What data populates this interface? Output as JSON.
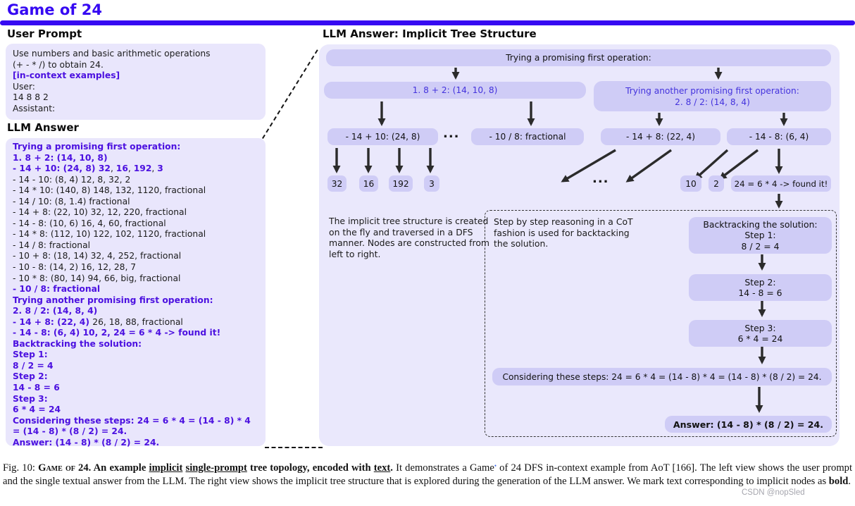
{
  "page": {
    "title": "Game of 24"
  },
  "left": {
    "user_prompt": {
      "heading": "User Prompt",
      "lines": [
        [
          {
            "t": "Use numbers and basic arithmetic operations",
            "s": "n"
          }
        ],
        [
          {
            "t": "(+ - * /) to obtain 24.",
            "s": "n"
          }
        ],
        [
          {
            "t": "[in-context examples]",
            "s": "b"
          }
        ],
        [
          {
            "t": "User:",
            "s": "n"
          }
        ],
        [
          {
            "t": "14 8 8 2",
            "s": "n"
          }
        ],
        [
          {
            "t": "Assistant:",
            "s": "n"
          }
        ]
      ]
    },
    "llm_answer": {
      "heading": "LLM Answer",
      "lines": [
        [
          {
            "t": "Trying a promising first operation:",
            "s": "b"
          }
        ],
        [
          {
            "t": "1. 8 + 2: (14, 10, 8)",
            "s": "b"
          }
        ],
        [
          {
            "t": "- 14 + 10: (24, 8) ",
            "s": "b"
          },
          {
            "t": "32",
            "s": "b"
          },
          {
            "t": ", ",
            "s": "n"
          },
          {
            "t": "16",
            "s": "b"
          },
          {
            "t": ", ",
            "s": "n"
          },
          {
            "t": "192",
            "s": "b"
          },
          {
            "t": ", ",
            "s": "n"
          },
          {
            "t": "3",
            "s": "b"
          }
        ],
        [
          {
            "t": "- 14 - 10: (8, 4) 12, 8, 32, 2",
            "s": "n"
          }
        ],
        [
          {
            "t": "- 14 * 10: (140, 8) 148, 132, 1120, fractional",
            "s": "n"
          }
        ],
        [
          {
            "t": "- 14 / 10: (8, 1.4) fractional",
            "s": "n"
          }
        ],
        [
          {
            "t": "- 14 + 8: (22, 10) 32, 12, 220, fractional",
            "s": "n"
          }
        ],
        [
          {
            "t": "- 14 - 8: (10, 6) 16, 4, 60, fractional",
            "s": "n"
          }
        ],
        [
          {
            "t": "- 14 * 8: (112, 10) 122, 102, 1120, fractional",
            "s": "n"
          }
        ],
        [
          {
            "t": "- 14 / 8: fractional",
            "s": "n"
          }
        ],
        [
          {
            "t": "- 10 + 8: (18, 14) 32, 4, 252, fractional",
            "s": "n"
          }
        ],
        [
          {
            "t": "- 10 - 8: (14, 2) 16, 12, 28, 7",
            "s": "n"
          }
        ],
        [
          {
            "t": "- 10 * 8: (80, 14) 94, 66, big, fractional",
            "s": "n"
          }
        ],
        [
          {
            "t": "- 10 / 8: fractional",
            "s": "b"
          }
        ],
        [
          {
            "t": "Trying another promising first operation:",
            "s": "b"
          }
        ],
        [
          {
            "t": "2. 8 / 2: (14, 8, 4)",
            "s": "b"
          }
        ],
        [
          {
            "t": "- 14 + 8: (22, 4) ",
            "s": "b"
          },
          {
            "t": "26, 18, 88, fractional",
            "s": "n"
          }
        ],
        [
          {
            "t": "- 14 - 8: (6, 4) 10, 2, 24 = 6 * 4 -> found it!",
            "s": "b"
          }
        ],
        [
          {
            "t": "Backtracking the solution:",
            "s": "b"
          }
        ],
        [
          {
            "t": "Step 1:",
            "s": "b"
          }
        ],
        [
          {
            "t": "8 / 2 = 4",
            "s": "b"
          }
        ],
        [
          {
            "t": "Step 2:",
            "s": "b"
          }
        ],
        [
          {
            "t": "14 - 8 = 6",
            "s": "b"
          }
        ],
        [
          {
            "t": "Step 3:",
            "s": "b"
          }
        ],
        [
          {
            "t": "6 * 4 = 24",
            "s": "b"
          }
        ],
        [
          {
            "t": "Considering these steps: 24 = 6 * 4 = (14 - 8) * 4",
            "s": "b"
          }
        ],
        [
          {
            "t": "= (14 - 8) * (8 / 2) = 24.",
            "s": "b"
          }
        ],
        [
          {
            "t": "Answer: (14 - 8) * (8 / 2) = 24.",
            "s": "b"
          }
        ]
      ]
    }
  },
  "tree": {
    "heading": "LLM Answer: Implicit Tree Structure",
    "nodes": {
      "root": "Trying a promising first operation:",
      "op1": "1. 8 + 2: (14, 10, 8)",
      "op2_line1": "Trying another promising first operation:",
      "op2_line2": "2. 8 / 2: (14, 8, 4)",
      "n_14p10": "- 14 + 10: (24, 8)",
      "n_10d8": "- 10 / 8: fractional",
      "n_14p8": "- 14 + 8: (22, 4)",
      "n_14m8": "- 14 - 8: (6, 4)",
      "ellipsis1": "...",
      "ellipsis2": "...",
      "leaf_32": "32",
      "leaf_16": "16",
      "leaf_192": "192",
      "leaf_3": "3",
      "leaf_10": "10",
      "leaf_2": "2",
      "found": "24 = 6 * 4 -> found it!"
    },
    "notes": {
      "dfs": "The implicit tree structure is created on the fly and traversed in a DFS manner. Nodes are constructed from left to right.",
      "cot": "Step by step reasoning in a CoT fashion is used for backtacking the solution."
    },
    "backtrack": {
      "step1_l1": "Backtracking the solution:",
      "step1_l2": "Step 1:",
      "step1_l3": "8 / 2 = 4",
      "step2_l1": "Step 2:",
      "step2_l2": "14 - 8 = 6",
      "step3_l1": "Step 3:",
      "step3_l2": "6 * 4 = 24",
      "considering": "Considering these steps: 24 = 6 * 4 = (14 - 8) * 4 = (14 - 8) * (8 / 2) = 24.",
      "answer": "Answer: (14 - 8) * (8 / 2) = 24."
    }
  },
  "caption": {
    "segments": [
      {
        "t": "Fig. 10: ",
        "s": "n"
      },
      {
        "t": "Game of 24.",
        "s": "sc"
      },
      {
        "t": " An example ",
        "s": "b"
      },
      {
        "t": "implicit",
        "s": "bu"
      },
      {
        "t": " ",
        "s": "b"
      },
      {
        "t": "single-prompt",
        "s": "bu"
      },
      {
        "t": " tree topology, encoded with ",
        "s": "b"
      },
      {
        "t": "text",
        "s": "bu"
      },
      {
        "t": ". ",
        "s": "b"
      },
      {
        "t": "It demonstrates a Game",
        "s": "n"
      },
      {
        "t": "•",
        "s": "dot"
      },
      {
        "t": " of 24 DFS in-context example from AoT [166]. The left view shows the user prompt and the single textual answer from the LLM. The right view shows the implicit tree structure that is explored during the generation of the LLM answer. We mark text corresponding to implicit nodes as ",
        "s": "n"
      },
      {
        "t": "bold",
        "s": "b"
      },
      {
        "t": ".",
        "s": "n"
      }
    ]
  },
  "watermark": "CSDN @nopSled",
  "colors": {
    "accent_blue": "#3609f2",
    "bold_text_purple": "#4c11e0",
    "node_blue_text": "#4433dd",
    "panel_bg": "#eae8fc",
    "node_bg": "#cfccf6",
    "box_bg": "#e9e6fc",
    "arrow": "#2b2b2b"
  }
}
